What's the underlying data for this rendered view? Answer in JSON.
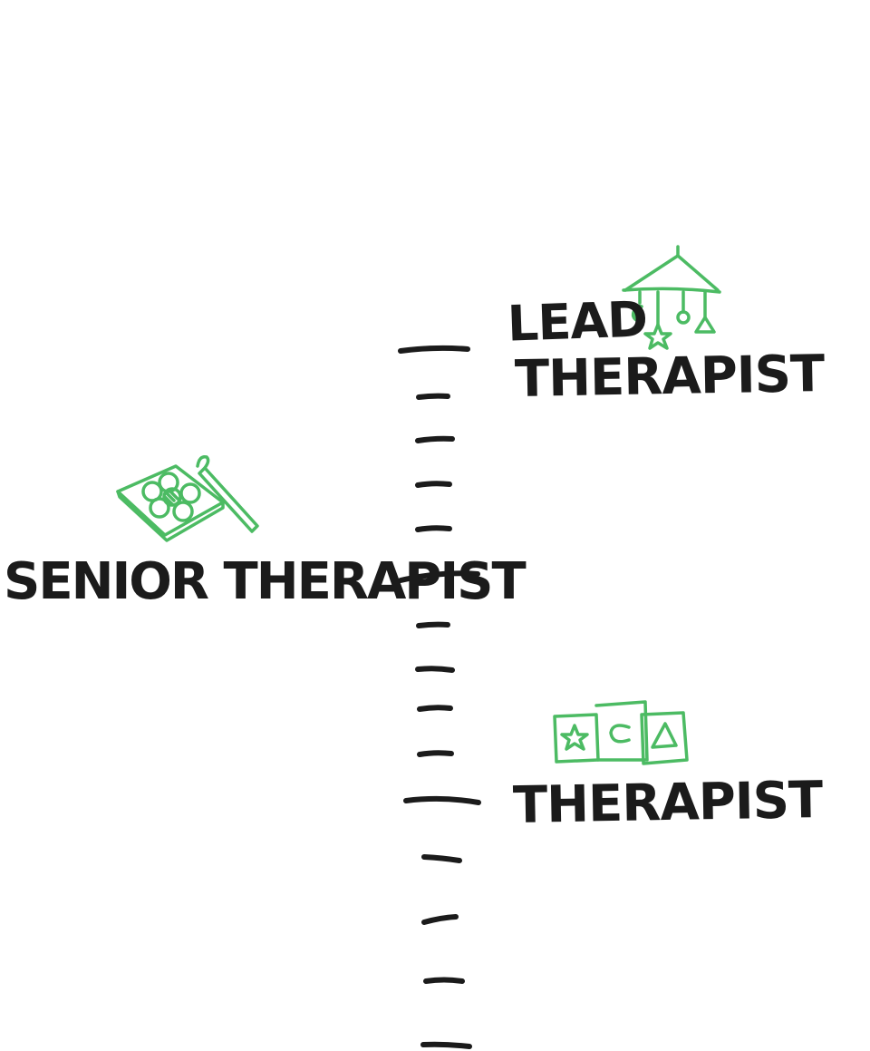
{
  "levels": [
    {
      "lines": [
        "Lead",
        "Therapist"
      ],
      "icon": "baby-mobile-icon"
    },
    {
      "lines": [
        "Senior Therapist"
      ],
      "icon": "flower-puzzle-board-icon"
    },
    {
      "lines": [
        "Therapist"
      ],
      "icon": "shape-blocks-icon"
    }
  ],
  "colors": {
    "ink": "#1b1b1b",
    "accent": "#4cbb63"
  }
}
